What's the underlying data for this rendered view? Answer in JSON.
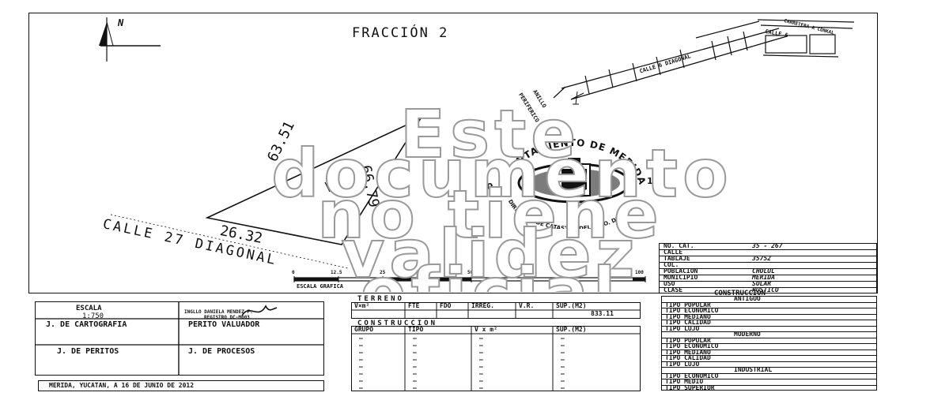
{
  "map": {
    "title": "FRACCIÓN 2",
    "north_label": "N",
    "side_labels": [
      "63.51",
      "66.79",
      "26.32"
    ],
    "street_label": "CALLE 27 DIAGONAL",
    "ring_label_1": "ANILLO",
    "ring_label_2": "PERIFERICO",
    "road_label_1": "CALLE 6 DIAGONAL",
    "road_label_2": "CARRETERA A CONKAL",
    "road_label_3": "CALLE 6",
    "scale_caption": "ESCALA GRAFICA",
    "scale_ticks": [
      "0",
      "12.5",
      "25",
      "50",
      "100"
    ]
  },
  "seal": {
    "top_text": "AYUNTAMIENTO DE MERIDA",
    "bottom_text": "DIRECCION DE CATASTRO DEL MPIO. DE MERIDA",
    "left_number": "10",
    "right_number": "12",
    "center_code": "F2"
  },
  "watermark": {
    "lines": [
      "Este",
      "documento",
      "no tiene",
      "validez",
      "oficial"
    ]
  },
  "property": {
    "rows": [
      {
        "label": "NO. CAT.",
        "value": "35 - 267"
      },
      {
        "label": "CALLE",
        "value": ""
      },
      {
        "label": "TABLAJE",
        "value": "35752"
      },
      {
        "label": "COL.",
        "value": ""
      },
      {
        "label": "POBLACION",
        "value": "CHOLUL"
      },
      {
        "label": "MUNICIPIO",
        "value": "MERIDA"
      },
      {
        "label": "USO",
        "value": "SOLAR"
      },
      {
        "label": "CLASE",
        "value": "RUSTICO"
      }
    ]
  },
  "title_block": {
    "escala_label": "ESCALA",
    "escala_value": "1:750",
    "perito_name": "INGLLO DANIELA MENDEZ F.",
    "perito_reg": "REGISTRO DC-M003",
    "jefe_cartografia": "J. DE CARTOGRAFIA",
    "perito_valuador": "PERITO VALUADOR",
    "jefe_peritos": "J. DE PERITOS",
    "jefe_procesos": "J. DE PROCESOS",
    "date_line": "MERIDA, YUCATAN, A 16 DE JUNIO DE 2012"
  },
  "terreno": {
    "title": "TERRENO",
    "headers": [
      "V×m²",
      "FTE",
      "FDO",
      "IRREG.",
      "V.R.",
      "SUP.(M2)"
    ],
    "values": [
      "",
      "",
      "",
      "",
      "",
      "833.11"
    ]
  },
  "construccion_table": {
    "title": "CONSTRUCCION",
    "headers": [
      "GRUPO",
      "TIPO",
      "V x m²",
      "SUP.(M2)"
    ],
    "rows": [
      [
        "—",
        "—",
        "—",
        "—"
      ],
      [
        "—",
        "—",
        "—",
        "—"
      ],
      [
        "—",
        "—",
        "—",
        "—"
      ],
      [
        "—",
        "—",
        "—",
        "—"
      ],
      [
        "—",
        "—",
        "—",
        "—"
      ],
      [
        "—",
        "—",
        "—",
        "—"
      ],
      [
        "—",
        "—",
        "—",
        "—"
      ],
      [
        "—",
        "—",
        "—",
        "—"
      ]
    ]
  },
  "construccion_types": {
    "header": "CONSTRUCCION",
    "sections": [
      {
        "name": "ANTIGUO",
        "items": [
          "TIPO POPULAR",
          "TIPO ECONOMICO",
          "TIPO MEDIANO",
          "TIPO CALIDAD",
          "TIPO LUJO"
        ]
      },
      {
        "name": "MODERNO",
        "items": [
          "TIPO POPULAR",
          "TIPO ECONOMICO",
          "TIPO MEDIANO",
          "TIPO CALIDAD",
          "TIPO LUJO"
        ]
      },
      {
        "name": "INDUSTRIAL",
        "items": [
          "TIPO ECONOMICO",
          "TIPO MEDIO",
          "TIPO SUPERIOR"
        ]
      }
    ]
  }
}
